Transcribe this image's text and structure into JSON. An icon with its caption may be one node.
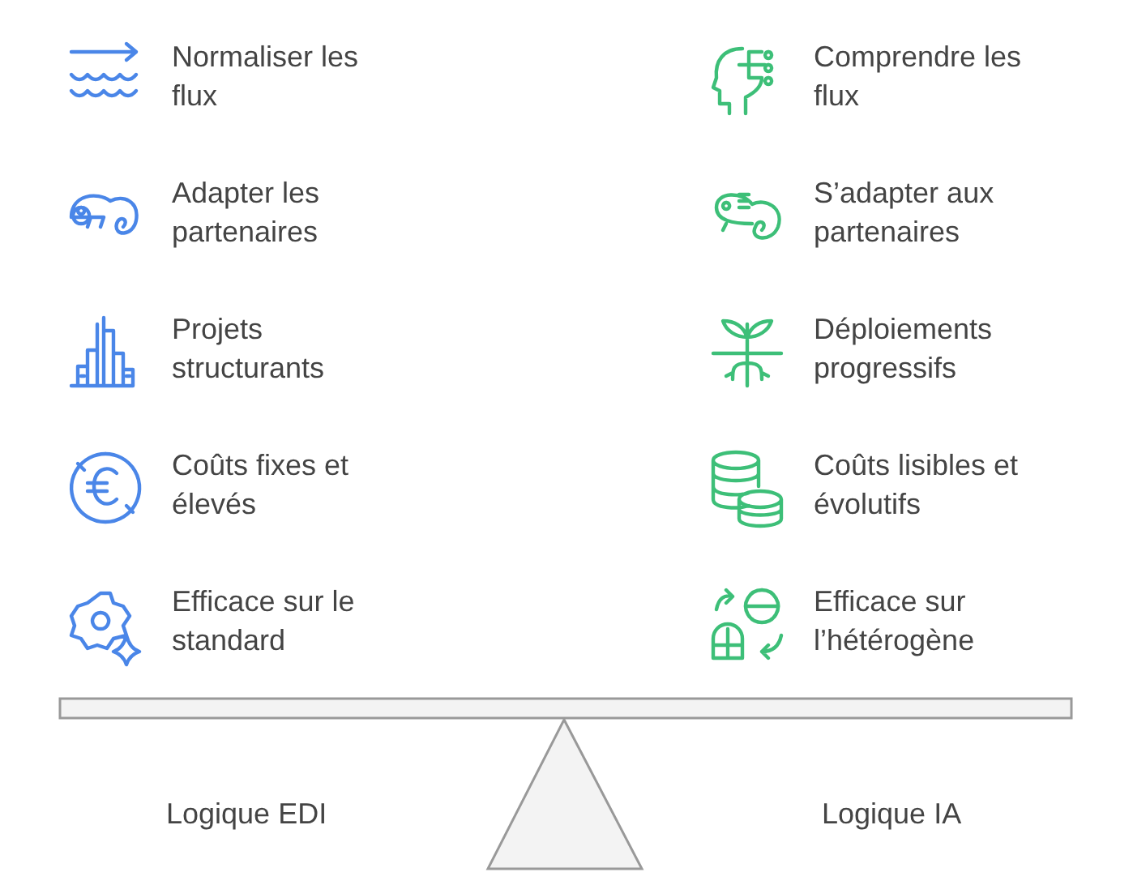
{
  "diagram": {
    "labels": [
      "Normaliser les flux",
      "Comprendre les flux",
      "Adapter les partenaires",
      "S’adapter aux partenaires",
      "Projets structurants",
      "Déploiements progressifs",
      "Coûts fixes et élevés",
      "Coûts lisibles et évolutifs",
      "Efficace sur le standard",
      "Efficace sur l’hétérogène",
      "Logique EDI",
      "Logique IA"
    ]
  }
}
